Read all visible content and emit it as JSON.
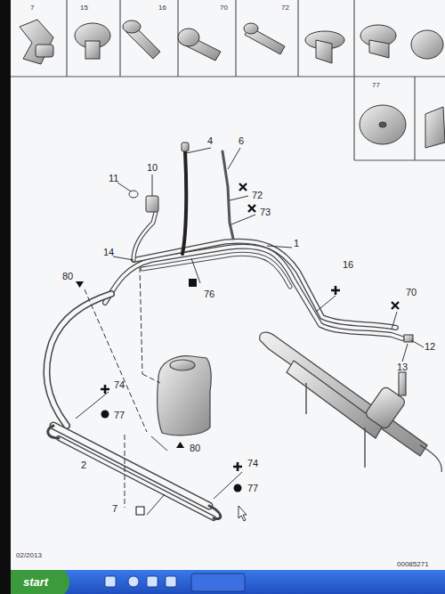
{
  "diagram": {
    "labels": [
      "7",
      "15",
      "16",
      "70",
      "72",
      "77",
      "11",
      "10",
      "4",
      "6",
      "72",
      "73",
      "1",
      "14",
      "76",
      "16",
      "70",
      "80",
      "12",
      "13",
      "74",
      "77",
      "80",
      "2",
      "74",
      "77",
      "7",
      "02/2013",
      "00085271",
      "start"
    ]
  }
}
